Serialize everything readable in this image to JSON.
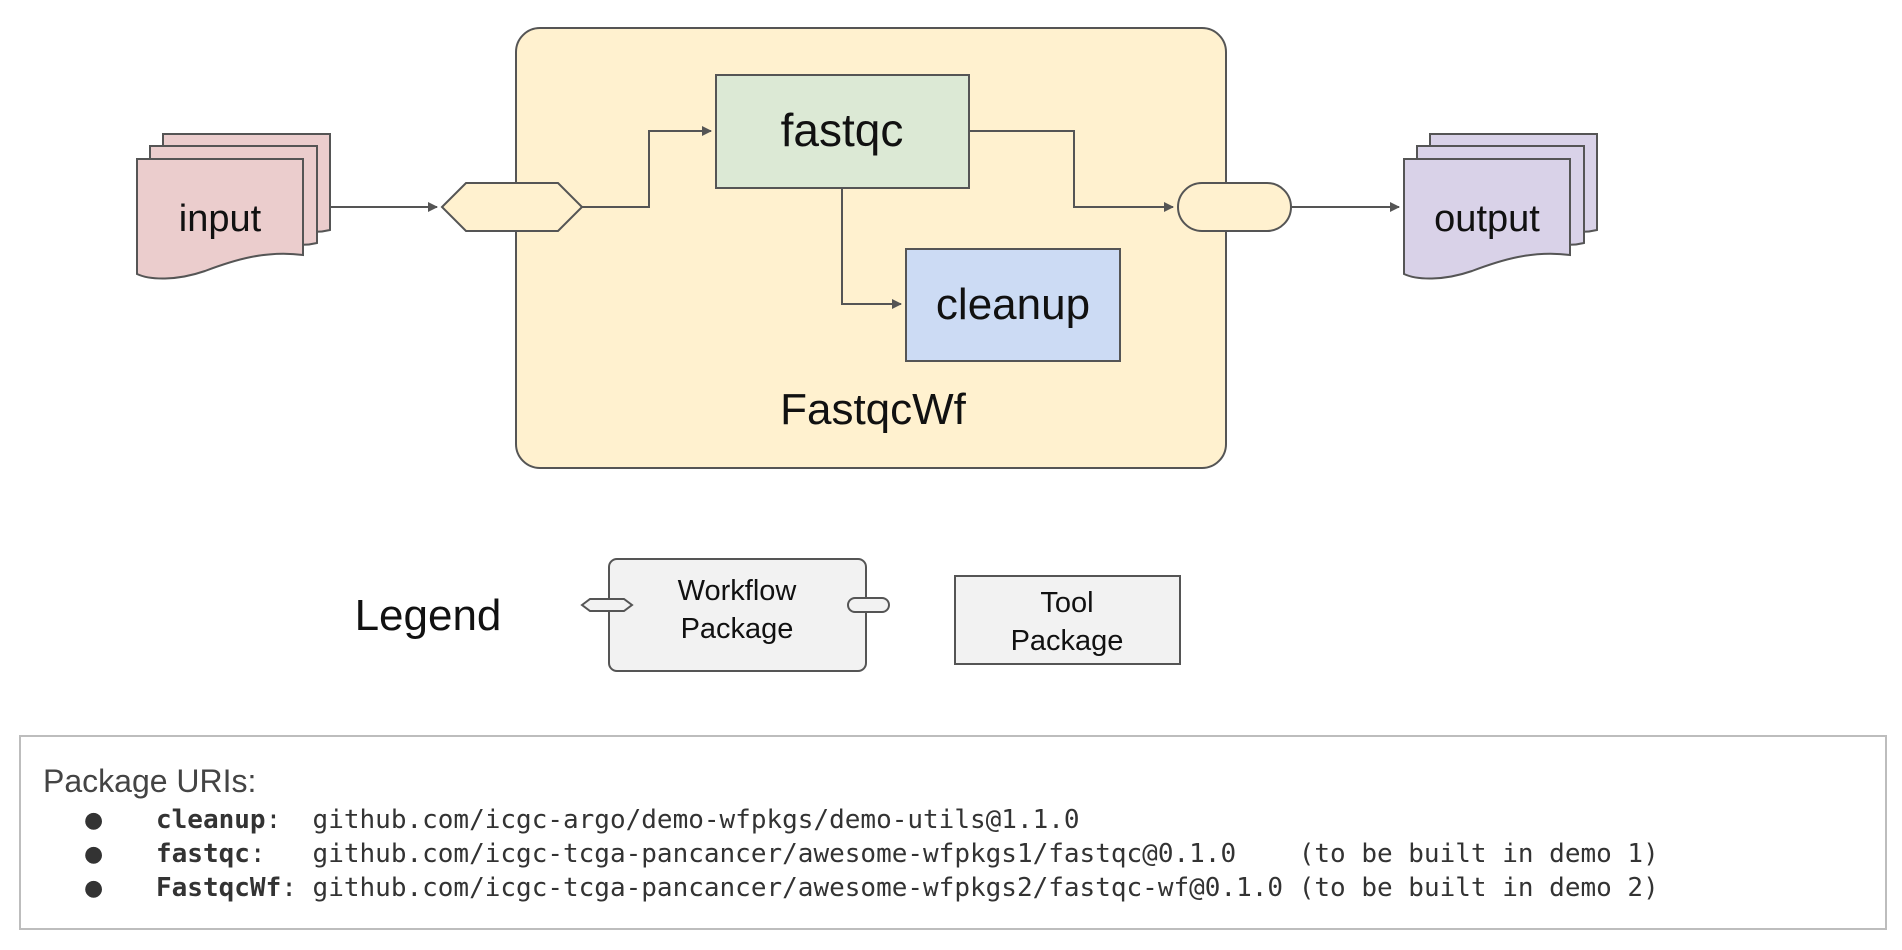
{
  "diagram": {
    "input_label": "input",
    "output_label": "output",
    "workflow_label": "FastqcWf",
    "fastqc_label": "fastqc",
    "cleanup_label": "cleanup",
    "colors": {
      "workflow_fill": "#fff1cf",
      "fastqc_fill": "#dce9d5",
      "cleanup_fill": "#ccdbf4",
      "input_fill": "#ebcdcd",
      "output_fill": "#d9d2e8",
      "stroke": "#555555"
    }
  },
  "legend": {
    "title": "Legend",
    "workflow_line1": "Workflow",
    "workflow_line2": "Package",
    "tool_line1": "Tool",
    "tool_line2": "Package",
    "box_fill": "#f2f2f2"
  },
  "uris": {
    "heading": "Package URIs:",
    "bullet": "●",
    "items": [
      {
        "name": "cleanup",
        "sep": ":  ",
        "uri": "github.com/icgc-argo/demo-wfpkgs/demo-utils@1.1.0",
        "note": ""
      },
      {
        "name": "fastqc",
        "sep": ":   ",
        "uri": "github.com/icgc-tcga-pancancer/awesome-wfpkgs1/fastqc@0.1.0",
        "note": "    (to be built in demo 1)"
      },
      {
        "name": "FastqcWf",
        "sep": ": ",
        "uri": "github.com/icgc-tcga-pancancer/awesome-wfpkgs2/fastqc-wf@0.1.0",
        "note": " (to be built in demo 2)"
      }
    ]
  }
}
